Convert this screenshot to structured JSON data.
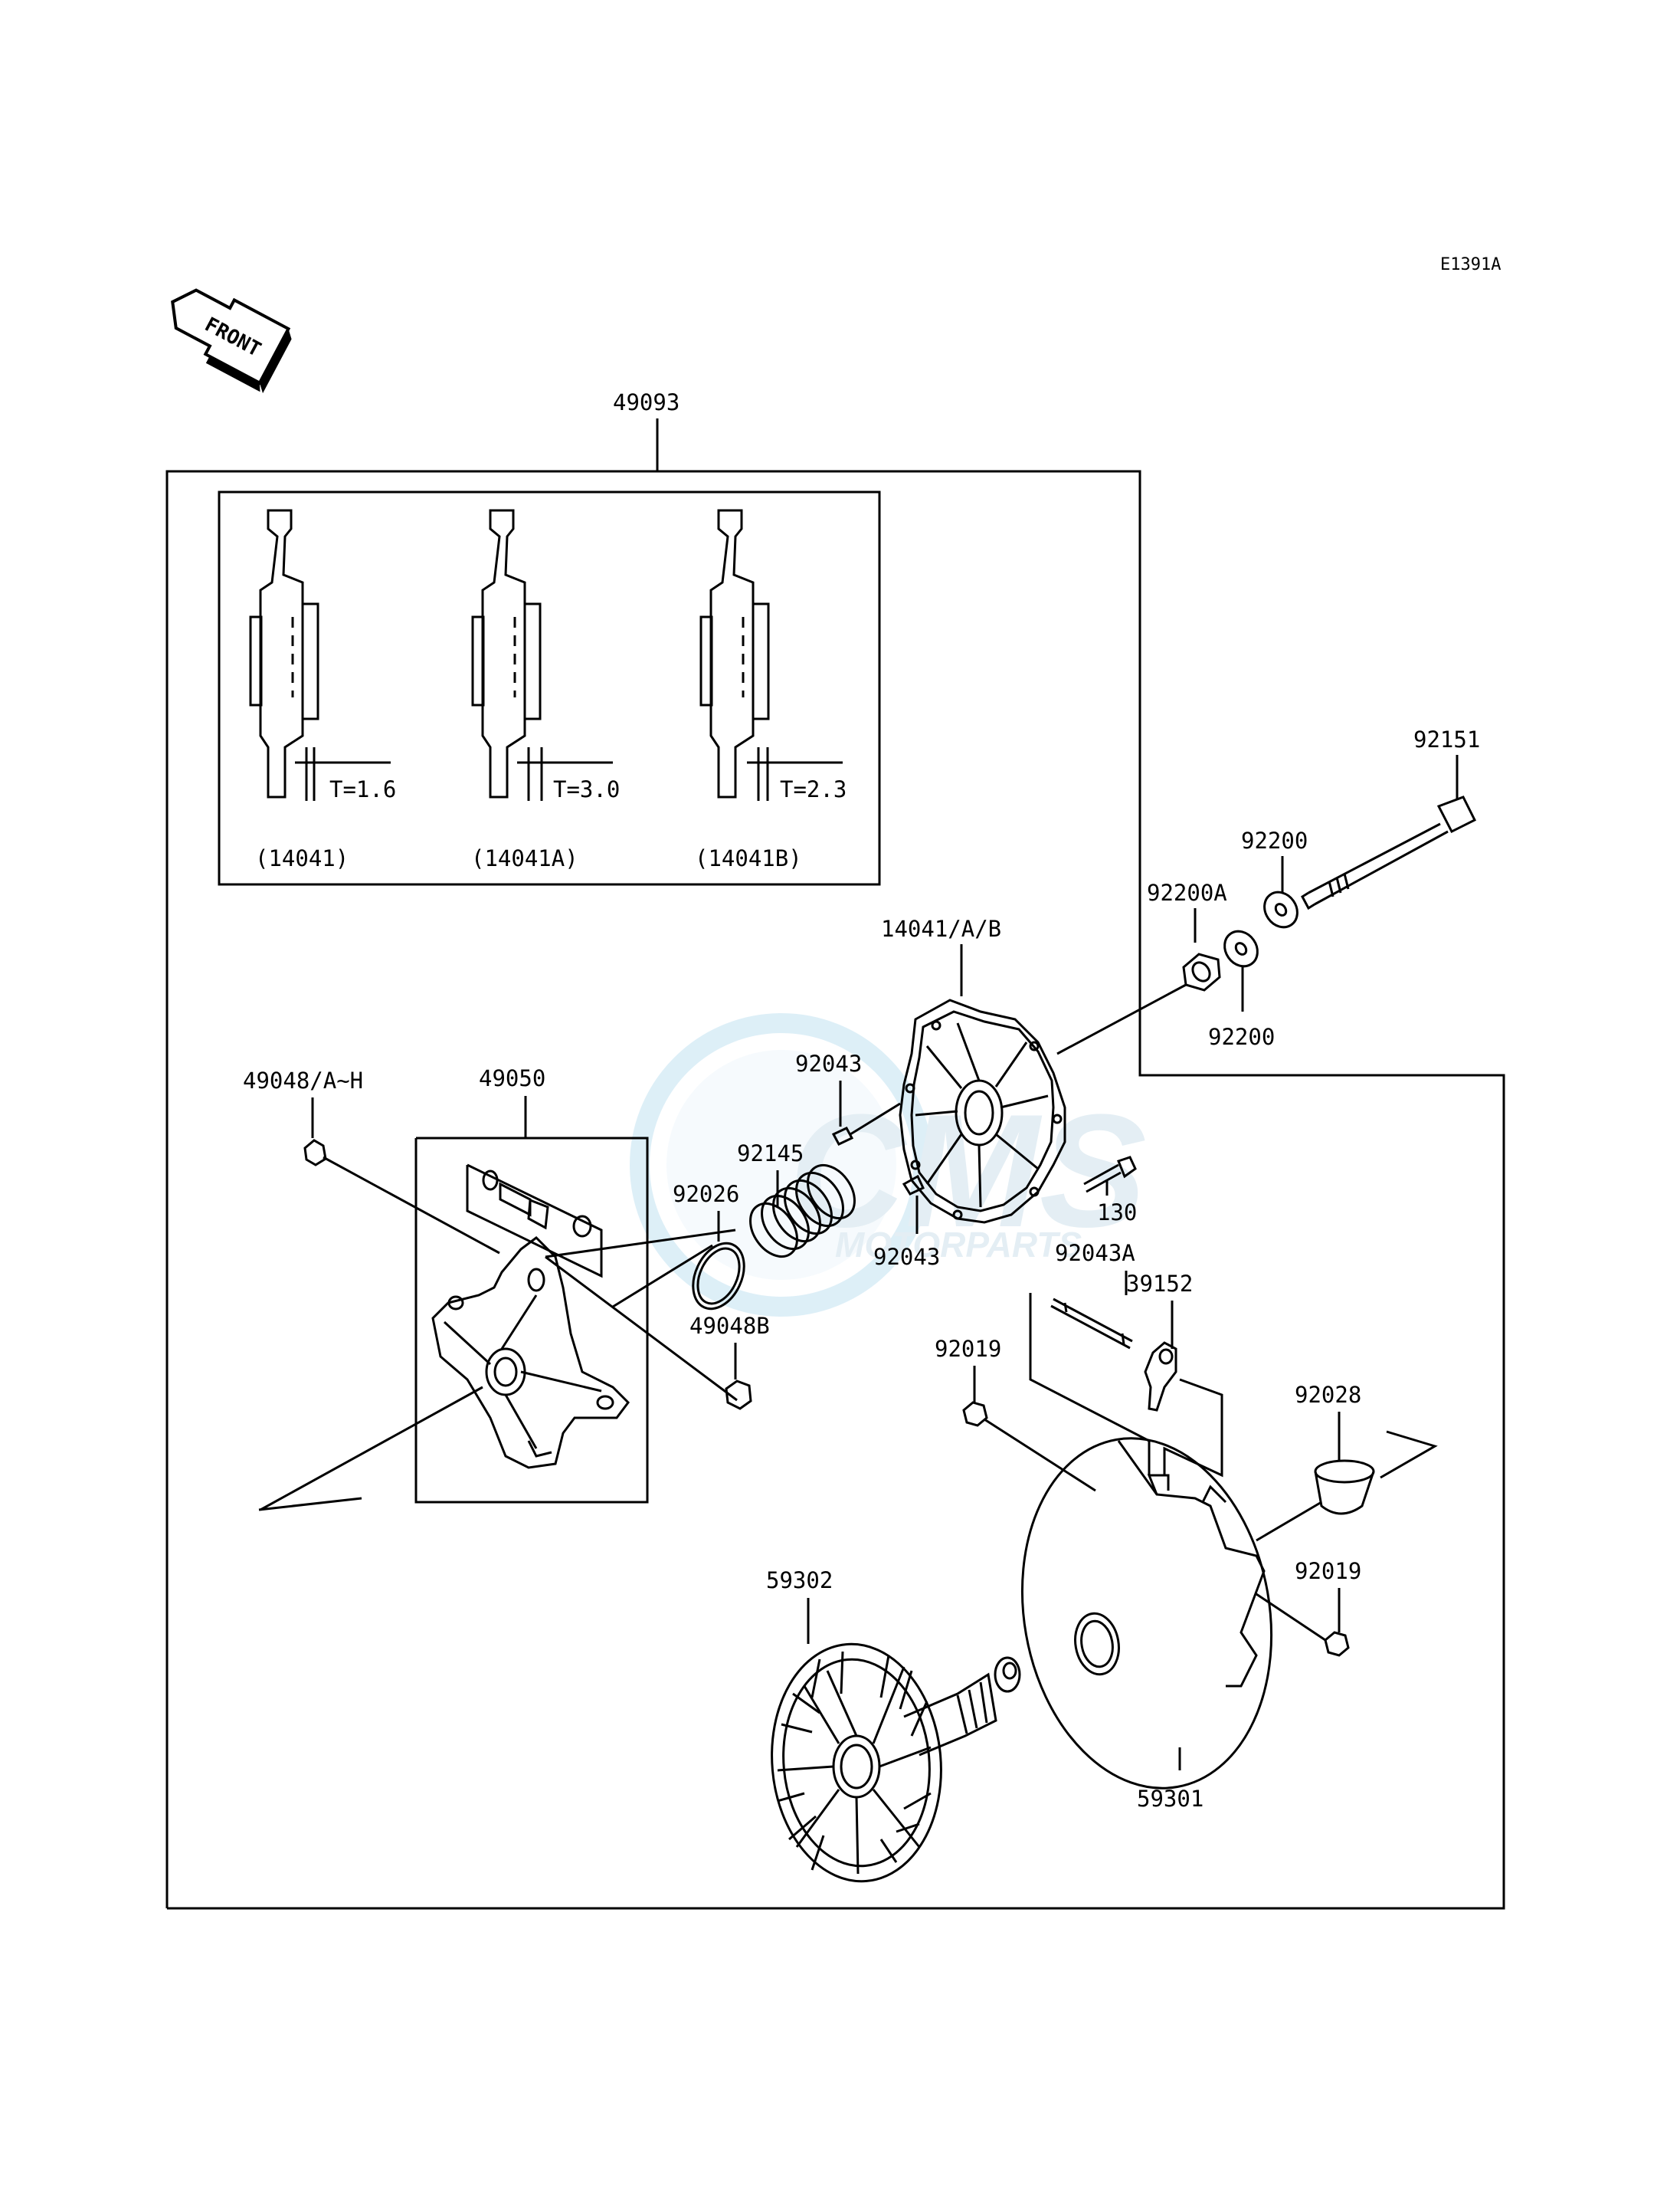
{
  "figure_code": "E1391A",
  "front_label": "FRONT",
  "watermark": {
    "name": "CMS",
    "sub": "MOTORPARTS"
  },
  "option_box": {
    "thickness": [
      "T=1.6",
      "T=3.0",
      "T=2.3"
    ],
    "parts": [
      "(14041)",
      "(14041A)",
      "(14041B)"
    ]
  },
  "labels": {
    "p49093": "49093",
    "p92151": "92151",
    "p92200_top": "92200",
    "p92200A": "92200A",
    "p92200_bot": "92200",
    "p14041AB": "14041/A/B",
    "p49048AH": "49048/A~H",
    "p49050": "49050",
    "p92043_top": "92043",
    "p92145": "92145",
    "p92026": "92026",
    "p130": "130",
    "p92043_bot": "92043",
    "p92043A": "92043A",
    "p39152": "39152",
    "p49048B": "49048B",
    "p92019_left": "92019",
    "p92028": "92028",
    "p92019_right": "92019",
    "p59302": "59302",
    "p59301": "59301"
  }
}
